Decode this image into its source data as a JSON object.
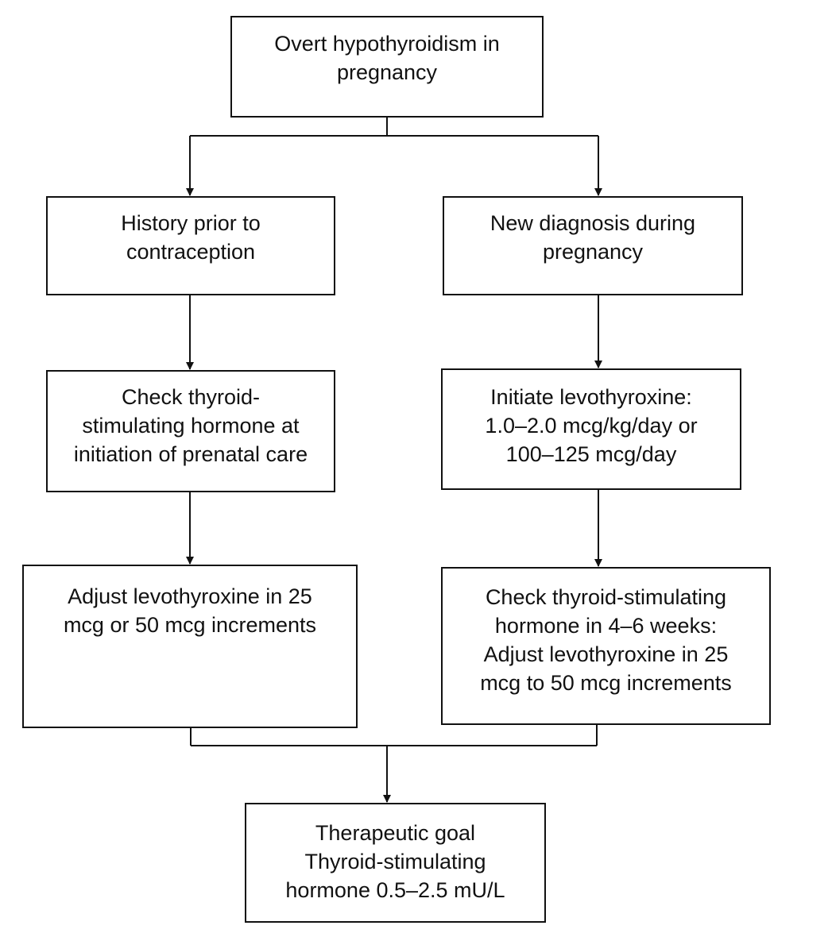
{
  "colors": {
    "stroke": "#111111",
    "text": "#111111",
    "background": "#ffffff"
  },
  "nodes": {
    "start": {
      "lines": [
        "Overt hypothyroidism in",
        "pregnancy"
      ]
    },
    "left1": {
      "lines": [
        "History prior to",
        "contraception"
      ]
    },
    "right1": {
      "lines": [
        "New diagnosis during",
        "pregnancy"
      ]
    },
    "left2": {
      "lines": [
        "Check thyroid-",
        "stimulating hormone at",
        "initiation of prenatal care"
      ]
    },
    "right2": {
      "lines": [
        "Initiate levothyroxine:",
        "1.0–2.0 mcg/kg/day or",
        "100–125 mcg/day"
      ]
    },
    "left3": {
      "lines": [
        "Adjust levothyroxine in 25",
        "mcg or 50 mcg increments"
      ]
    },
    "right3": {
      "lines": [
        "Check thyroid-stimulating",
        "hormone in 4–6 weeks:",
        "Adjust levothyroxine in 25",
        "mcg to 50 mcg increments"
      ]
    },
    "goal": {
      "lines": [
        "Therapeutic goal",
        "Thyroid-stimulating",
        "hormone 0.5–2.5 mU/L"
      ]
    }
  }
}
